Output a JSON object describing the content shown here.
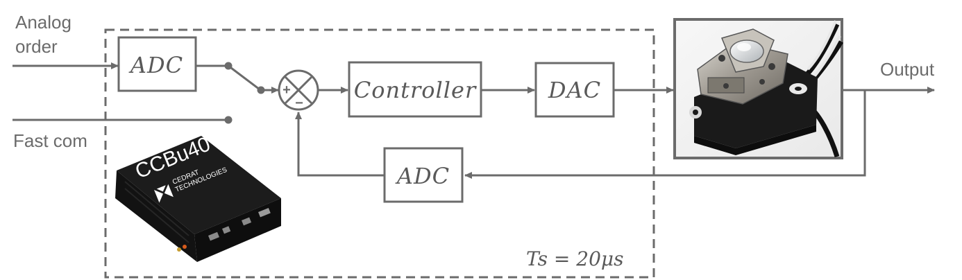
{
  "inputs": {
    "analog_order": [
      "Analog",
      "order"
    ],
    "fast_com": "Fast com"
  },
  "blocks": {
    "adc_in": "ADC",
    "controller": "Controller",
    "dac": "DAC",
    "adc_feedback": "ADC"
  },
  "summing_junction": {
    "plus": "+",
    "minus": "−"
  },
  "output_label": "Output",
  "sample_time": "Ts = 20μs",
  "device": {
    "brand": "CCBu40",
    "maker": [
      "CEDRAT",
      "TECHNOLOGIES"
    ]
  },
  "colors": {
    "line": "#6b6b6b",
    "block_border": "#6b6b6b",
    "device_body": "#161616"
  }
}
